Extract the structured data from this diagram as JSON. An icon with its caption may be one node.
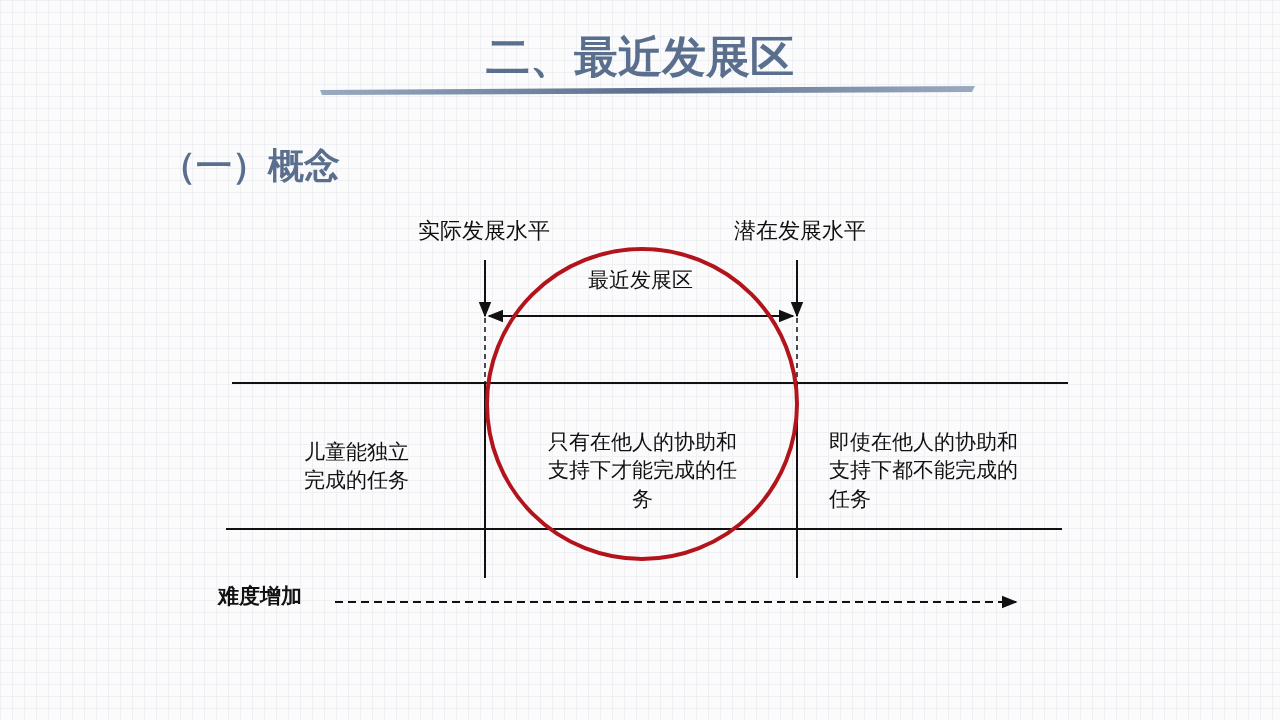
{
  "diagram": {
    "title": "二、最近发展区",
    "labels": [
      "（一）概念",
      "实际发展水平",
      "潜在发展水平",
      "最近发展区",
      "儿童能独立完成的任务",
      "只有在他人的协助和支持下才能完成的任务",
      "即使在他人的协助和支持下都不能完成的任务",
      "难度增加"
    ]
  }
}
